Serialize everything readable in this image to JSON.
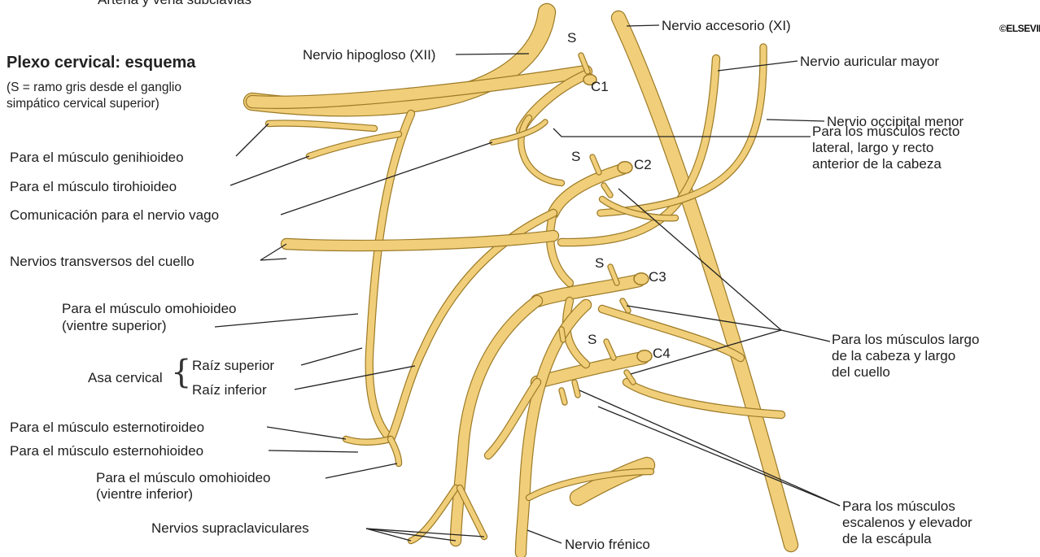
{
  "header_partial": "Arteria y vena subclavias",
  "title": "Plexo cervical: esquema",
  "subtitle_lines": [
    "(S = ramo gris desde el ganglio",
    "simpático cervical superior)"
  ],
  "roots": {
    "c1": "C1",
    "c2": "C2",
    "c3": "C3",
    "c4": "C4",
    "s": "S"
  },
  "labels": {
    "hipogloso": "Nervio hipogloso (XII)",
    "accesorio": "Nervio accesorio (XI)",
    "auricular": "Nervio auricular mayor",
    "occipital": "Nervio occipital menor",
    "recto": [
      "Para los músculos recto",
      "lateral, largo y recto",
      "anterior de la cabeza"
    ],
    "genihioideo": "Para el músculo genihioideo",
    "tirohioideo": "Para el músculo tirohioideo",
    "vago": "Comunicación para el nervio vago",
    "transversos": "Nervios transversos del cuello",
    "omohioideo_sup": [
      "Para el músculo omohioideo",
      "(vientre superior)"
    ],
    "asa": "Asa cervical",
    "raiz_sup": "Raíz superior",
    "raiz_inf": "Raíz inferior",
    "largo_cabeza": [
      "Para los músculos largo",
      "de la cabeza y largo",
      "del cuello"
    ],
    "esternotiroideo": "Para el músculo esternotiroideo",
    "esternohioideo": "Para el músculo esternohioideo",
    "omohioideo_inf": [
      "Para el músculo omohioideo",
      "(vientre inferior)"
    ],
    "supraclaviculares": "Nervios supraclaviculares",
    "frenico": "Nervio frénico",
    "escalenos": [
      "Para los músculos",
      "escalenos y elevador",
      "de la escápula"
    ]
  },
  "logo": "©ELSEVIER",
  "colors": {
    "nerve_fill": "#f1cf7a",
    "nerve_stroke": "#9c7a26",
    "leader": "#222222",
    "background": "#ffffff"
  }
}
